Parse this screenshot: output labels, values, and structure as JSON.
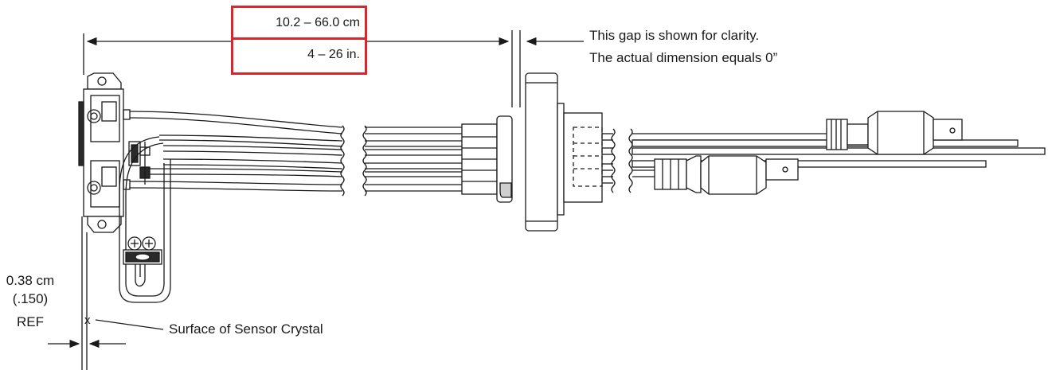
{
  "dimension_box": {
    "metric": "10.2 – 66.0 cm",
    "imperial": "4 – 26 in.",
    "border_color": "#d9262c"
  },
  "gap_note": {
    "line1": "This gap is shown for clarity.",
    "line2": "The actual dimension equals 0”"
  },
  "offset_dimension": {
    "metric": "0.38 cm",
    "imperial": "(.150)",
    "ref": "REF"
  },
  "crystal_callout": {
    "marker": "x",
    "label": "Surface of Sensor Crystal"
  },
  "colors": {
    "line": "#1a1a1a",
    "highlight": "#d9262c"
  }
}
